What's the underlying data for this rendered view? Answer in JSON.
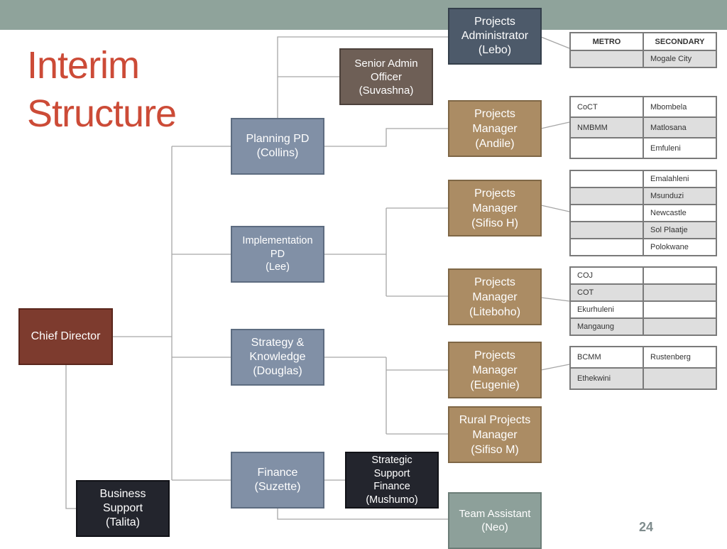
{
  "title": [
    "Interim",
    "Structure"
  ],
  "page_number": "24",
  "boxes": {
    "projects_admin": "Projects\nAdministrator\n(Lebo)",
    "senior_admin": "Senior Admin\nOfficer\n(Suvashna)",
    "planning": "Planning PD\n(Collins)",
    "implementation": "Implementation\nPD\n(Lee)",
    "strategy": "Strategy &\nKnowledge\n(Douglas)",
    "finance": "Finance\n(Suzette)",
    "strategic_support": "Strategic\nSupport\nFinance\n(Mushumo)",
    "chief_director": "Chief Director",
    "business_support": "Business\nSupport\n(Talita)",
    "pm_andile": "Projects\nManager\n(Andile)",
    "pm_sifiso_h": "Projects\nManager\n(Sifiso H)",
    "pm_liteboho": "Projects\nManager\n(Liteboho)",
    "pm_eugenie": "Projects\nManager\n(Eugenie)",
    "rural_pm": "Rural Projects\nManager\n(Sifiso M)",
    "team_assistant": "Team Assistant\n(Neo)"
  },
  "tables": {
    "lebo": [
      [
        "METRO",
        "SECONDARY"
      ],
      [
        "",
        "Mogale City"
      ]
    ],
    "andile": [
      [
        "CoCT",
        "Mbombela"
      ],
      [
        "NMBMM",
        "Matlosana"
      ],
      [
        "",
        "Emfuleni"
      ]
    ],
    "sifiso_h": [
      [
        "",
        "Emalahleni"
      ],
      [
        "",
        "Msunduzi"
      ],
      [
        "",
        "Newcastle"
      ],
      [
        "",
        "Sol Plaatje"
      ],
      [
        "",
        "Polokwane"
      ]
    ],
    "liteboho": [
      [
        "COJ",
        ""
      ],
      [
        "COT",
        ""
      ],
      [
        "Ekurhuleni",
        ""
      ],
      [
        "Mangaung",
        ""
      ]
    ],
    "eugenie": [
      [
        "BCMM",
        "Rustenberg"
      ],
      [
        "Ethekwini",
        ""
      ]
    ]
  }
}
